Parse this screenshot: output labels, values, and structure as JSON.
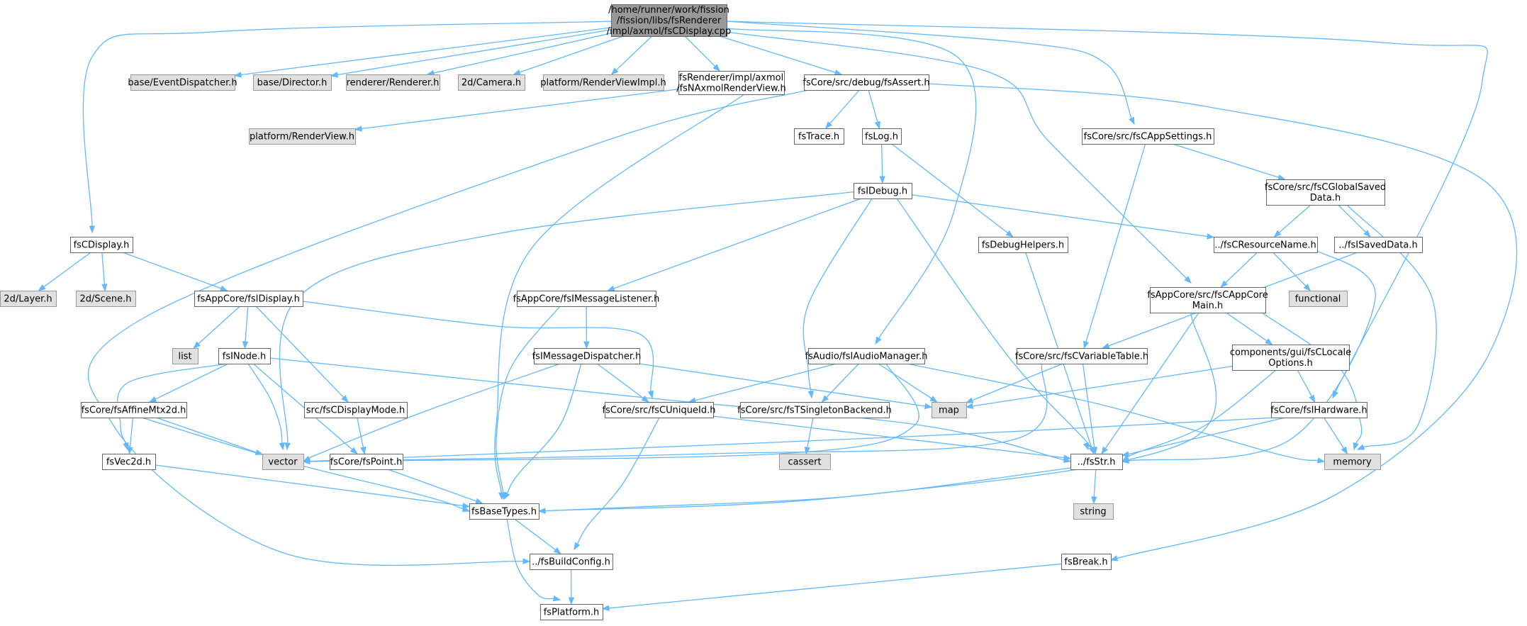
{
  "colors": {
    "background": "#ffffff",
    "root_fill": "#999999",
    "root_stroke": "#666666",
    "node_fill": "#ffffff",
    "node_stroke": "#666666",
    "external_fill": "#e0e0e0",
    "external_stroke": "#999999",
    "edge": "#63b8ff"
  },
  "nodes": [
    {
      "id": "root",
      "kind": "root",
      "lines": [
        "/home/runner/work/fission",
        "/fission/libs/fsRenderer",
        "/impl/axmol/fsCDisplay.cpp"
      ]
    },
    {
      "id": "event_dispatcher",
      "kind": "external",
      "lines": [
        "base/EventDispatcher.h"
      ]
    },
    {
      "id": "director",
      "kind": "external",
      "lines": [
        "base/Director.h"
      ]
    },
    {
      "id": "renderer",
      "kind": "external",
      "lines": [
        "renderer/Renderer.h"
      ]
    },
    {
      "id": "camera",
      "kind": "external",
      "lines": [
        "2d/Camera.h"
      ]
    },
    {
      "id": "render_view_impl",
      "kind": "external",
      "lines": [
        "platform/RenderViewImpl.h"
      ]
    },
    {
      "id": "axmol_render_view",
      "kind": "file",
      "lines": [
        "fsRenderer/impl/axmol",
        "/fsNAxmolRenderView.h"
      ]
    },
    {
      "id": "fs_assert",
      "kind": "file",
      "lines": [
        "fsCore/src/debug/fsAssert.h"
      ]
    },
    {
      "id": "app_settings",
      "kind": "file",
      "lines": [
        "fsCore/src/fsCAppSettings.h"
      ]
    },
    {
      "id": "render_view",
      "kind": "external",
      "lines": [
        "platform/RenderView.h"
      ]
    },
    {
      "id": "fs_trace",
      "kind": "file",
      "lines": [
        "fsTrace.h"
      ]
    },
    {
      "id": "fs_log",
      "kind": "file",
      "lines": [
        "fsLog.h"
      ]
    },
    {
      "id": "global_saved",
      "kind": "file",
      "lines": [
        "fsCore/src/fsCGlobalSaved",
        "Data.h"
      ]
    },
    {
      "id": "fs_idebug",
      "kind": "file",
      "lines": [
        "fsIDebug.h"
      ]
    },
    {
      "id": "cdisplay",
      "kind": "file",
      "lines": [
        "fsCDisplay.h"
      ]
    },
    {
      "id": "debug_helpers",
      "kind": "file",
      "lines": [
        "fsDebugHelpers.h"
      ]
    },
    {
      "id": "resource_name",
      "kind": "file",
      "lines": [
        "../fsCResourceName.h"
      ]
    },
    {
      "id": "isaved_data",
      "kind": "file",
      "lines": [
        "../fsISavedData.h"
      ]
    },
    {
      "id": "layer",
      "kind": "external",
      "lines": [
        "2d/Layer.h"
      ]
    },
    {
      "id": "scene",
      "kind": "external",
      "lines": [
        "2d/Scene.h"
      ]
    },
    {
      "id": "idisplay",
      "kind": "file",
      "lines": [
        "fsAppCore/fsIDisplay.h"
      ]
    },
    {
      "id": "imessage_listener",
      "kind": "file",
      "lines": [
        "fsAppCore/fsIMessageListener.h"
      ]
    },
    {
      "id": "functional",
      "kind": "external",
      "lines": [
        "functional"
      ]
    },
    {
      "id": "app_core_main",
      "kind": "file",
      "lines": [
        "fsAppCore/src/fsCAppCore",
        "Main.h"
      ]
    },
    {
      "id": "list",
      "kind": "external",
      "lines": [
        "list"
      ]
    },
    {
      "id": "inode",
      "kind": "file",
      "lines": [
        "fsINode.h"
      ]
    },
    {
      "id": "imessage_dispatcher",
      "kind": "file",
      "lines": [
        "fsIMessageDispatcher.h"
      ]
    },
    {
      "id": "iaudio_manager",
      "kind": "file",
      "lines": [
        "fsAudio/fsIAudioManager.h"
      ]
    },
    {
      "id": "variable_table",
      "kind": "file",
      "lines": [
        "fsCore/src/fsCVariableTable.h"
      ]
    },
    {
      "id": "locale_options",
      "kind": "file",
      "lines": [
        "components/gui/fsCLocale",
        "Options.h"
      ]
    },
    {
      "id": "affine_mtx",
      "kind": "file",
      "lines": [
        "fsCore/fsAffineMtx2d.h"
      ]
    },
    {
      "id": "display_mode",
      "kind": "file",
      "lines": [
        "src/fsCDisplayMode.h"
      ]
    },
    {
      "id": "unique_id",
      "kind": "file",
      "lines": [
        "fsCore/src/fsCUniqueId.h"
      ]
    },
    {
      "id": "singleton_backend",
      "kind": "file",
      "lines": [
        "fsCore/src/fsTSingletonBackend.h"
      ]
    },
    {
      "id": "map",
      "kind": "external",
      "lines": [
        "map"
      ]
    },
    {
      "id": "ihardware",
      "kind": "file",
      "lines": [
        "fsCore/fsIHardware.h"
      ]
    },
    {
      "id": "vec2d",
      "kind": "file",
      "lines": [
        "fsVec2d.h"
      ]
    },
    {
      "id": "vector",
      "kind": "external",
      "lines": [
        "vector"
      ]
    },
    {
      "id": "fs_point",
      "kind": "file",
      "lines": [
        "fsCore/fsPoint.h"
      ]
    },
    {
      "id": "cassert",
      "kind": "external",
      "lines": [
        "cassert"
      ]
    },
    {
      "id": "fs_str",
      "kind": "file",
      "lines": [
        "../fsStr.h"
      ]
    },
    {
      "id": "memory",
      "kind": "external",
      "lines": [
        "memory"
      ]
    },
    {
      "id": "base_types",
      "kind": "file",
      "lines": [
        "fsBaseTypes.h"
      ]
    },
    {
      "id": "string",
      "kind": "external",
      "lines": [
        "string"
      ]
    },
    {
      "id": "build_config",
      "kind": "file",
      "lines": [
        "../fsBuildConfig.h"
      ]
    },
    {
      "id": "fs_break",
      "kind": "file",
      "lines": [
        "fsBreak.h"
      ]
    },
    {
      "id": "fs_platform",
      "kind": "file",
      "lines": [
        "fsPlatform.h"
      ]
    }
  ],
  "edges": [
    [
      "root",
      "cdisplay"
    ],
    [
      "root",
      "event_dispatcher"
    ],
    [
      "root",
      "director"
    ],
    [
      "root",
      "renderer"
    ],
    [
      "root",
      "camera"
    ],
    [
      "root",
      "render_view_impl"
    ],
    [
      "root",
      "axmol_render_view"
    ],
    [
      "root",
      "fs_assert"
    ],
    [
      "root",
      "iaudio_manager"
    ],
    [
      "root",
      "app_core_main"
    ],
    [
      "root",
      "app_settings"
    ],
    [
      "root",
      "ihardware"
    ],
    [
      "axmol_render_view",
      "render_view"
    ],
    [
      "axmol_render_view",
      "base_types"
    ],
    [
      "fs_assert",
      "build_config"
    ],
    [
      "fs_assert",
      "fs_trace"
    ],
    [
      "fs_assert",
      "fs_log"
    ],
    [
      "fs_assert",
      "fs_break"
    ],
    [
      "fs_log",
      "fs_idebug"
    ],
    [
      "fs_log",
      "debug_helpers"
    ],
    [
      "fs_idebug",
      "vector"
    ],
    [
      "fs_idebug",
      "imessage_listener"
    ],
    [
      "fs_idebug",
      "singleton_backend"
    ],
    [
      "fs_idebug",
      "fs_str"
    ],
    [
      "fs_idebug",
      "resource_name"
    ],
    [
      "debug_helpers",
      "fs_str"
    ],
    [
      "app_settings",
      "global_saved"
    ],
    [
      "app_settings",
      "variable_table"
    ],
    [
      "global_saved",
      "resource_name"
    ],
    [
      "global_saved",
      "isaved_data"
    ],
    [
      "global_saved",
      "memory"
    ],
    [
      "resource_name",
      "app_core_main"
    ],
    [
      "resource_name",
      "functional"
    ],
    [
      "resource_name",
      "fs_str"
    ],
    [
      "isaved_data",
      "variable_table"
    ],
    [
      "cdisplay",
      "layer"
    ],
    [
      "cdisplay",
      "scene"
    ],
    [
      "cdisplay",
      "idisplay"
    ],
    [
      "idisplay",
      "list"
    ],
    [
      "idisplay",
      "inode"
    ],
    [
      "idisplay",
      "display_mode"
    ],
    [
      "idisplay",
      "unique_id"
    ],
    [
      "imessage_listener",
      "imessage_dispatcher"
    ],
    [
      "imessage_listener",
      "base_types"
    ],
    [
      "app_core_main",
      "locale_options"
    ],
    [
      "app_core_main",
      "fs_str"
    ],
    [
      "app_core_main",
      "base_types"
    ],
    [
      "app_core_main",
      "memory"
    ],
    [
      "inode",
      "vec2d"
    ],
    [
      "inode",
      "affine_mtx"
    ],
    [
      "inode",
      "vector"
    ],
    [
      "inode",
      "fs_point"
    ],
    [
      "inode",
      "fs_str"
    ],
    [
      "imessage_dispatcher",
      "vector"
    ],
    [
      "imessage_dispatcher",
      "unique_id"
    ],
    [
      "imessage_dispatcher",
      "map"
    ],
    [
      "imessage_dispatcher",
      "base_types"
    ],
    [
      "iaudio_manager",
      "unique_id"
    ],
    [
      "iaudio_manager",
      "singleton_backend"
    ],
    [
      "iaudio_manager",
      "map"
    ],
    [
      "iaudio_manager",
      "vector"
    ],
    [
      "iaudio_manager",
      "memory"
    ],
    [
      "variable_table",
      "map"
    ],
    [
      "variable_table",
      "vector"
    ],
    [
      "variable_table",
      "fs_str"
    ],
    [
      "locale_options",
      "map"
    ],
    [
      "locale_options",
      "ihardware"
    ],
    [
      "locale_options",
      "fs_str"
    ],
    [
      "affine_mtx",
      "vec2d"
    ],
    [
      "affine_mtx",
      "vector"
    ],
    [
      "affine_mtx",
      "base_types"
    ],
    [
      "display_mode",
      "fs_point"
    ],
    [
      "unique_id",
      "fs_str"
    ],
    [
      "unique_id",
      "build_config"
    ],
    [
      "singleton_backend",
      "cassert"
    ],
    [
      "ihardware",
      "vector"
    ],
    [
      "ihardware",
      "fs_str"
    ],
    [
      "ihardware",
      "memory"
    ],
    [
      "vec2d",
      "base_types"
    ],
    [
      "fs_point",
      "base_types"
    ],
    [
      "fs_str",
      "base_types"
    ],
    [
      "fs_str",
      "string"
    ],
    [
      "base_types",
      "build_config"
    ],
    [
      "base_types",
      "fs_platform"
    ],
    [
      "build_config",
      "fs_platform"
    ],
    [
      "fs_break",
      "fs_platform"
    ]
  ]
}
